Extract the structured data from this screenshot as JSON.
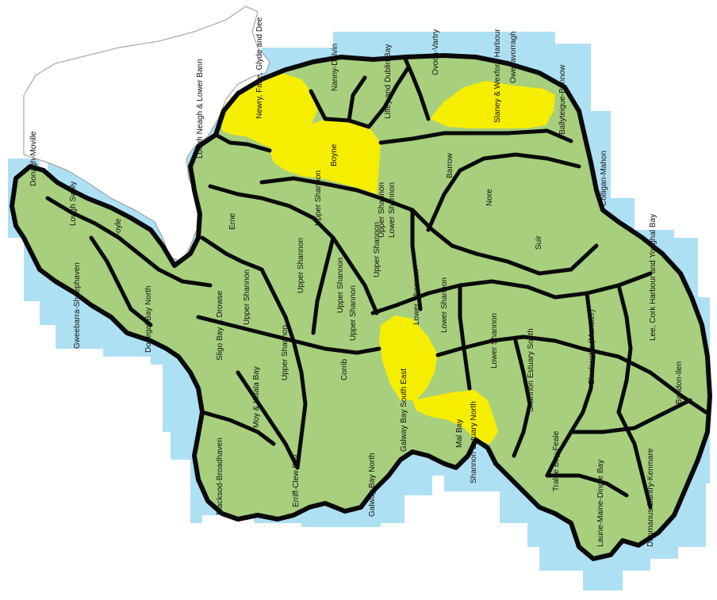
{
  "colors": {
    "sea": "#aee0f4",
    "land": "#a7cf7e",
    "highlight": "#f6ee00",
    "boundary": "#0a0a0a",
    "outside_land": "#ffffff"
  },
  "legend_meaning": "",
  "labels": {
    "doonagh_moville": "Donagh-Moville",
    "lough_swilly": "Lough Swilly",
    "foyle": "Foyle",
    "gweebarra_sheephaven": "Gweebarra-Sheephaven",
    "donegal_bay_north": "Donegal Bay North",
    "erne": "Erne",
    "sligo_bay_drowse": "Sligo Bay & Drowse",
    "lough_neagh_lower_bann": "Lough Neagh & Lower Bann",
    "newry_fane_glyde_dee": "Newry, Fane, Glyde and Dee",
    "nanny_delvin": "Nanny-Delvin",
    "liffey_dublin_bay": "Liffey and Dublin Bay",
    "ovoca_vartry": "Ovoca-Vartry",
    "slaney_wexford_harbour": "Slaney & Wexford Harbour",
    "owenavorragh": "Owenavorragh",
    "ballyteigue_bannow": "Ballyteigue-Bannow",
    "boyne": "Boyne",
    "upper_shannon_1": "Upper Shannon",
    "upper_shannon_2": "Upper Shannon",
    "upper_shannon_3": "Upper Shannon",
    "upper_shannon_4": "Upper Shannon",
    "upper_shannon_5": "Upper Shannon",
    "upper_shannon_6": "Upper Shannon",
    "upper_shannon_7": "Upper Shannon",
    "upper_shannon_8": "Upper Shannon",
    "lower_shannon_1": "Lower Shannon",
    "lower_shannon_2": "Lower Shannon",
    "lower_shannon_3": "Lower Shannon",
    "lower_shannon_4": "Lower Shannon",
    "barrow": "Barrow",
    "nore": "Nore",
    "suir": "Suir",
    "colligan_mahon": "Colligan-Mahon",
    "lee_cork_youghal": "Lee, Cork Harbour and Youghal Bay",
    "blackwater_munster": "Blackwater (Munster)",
    "bandon_ilen": "Bandon-Ilen",
    "shannon_estuary_south": "Shannon Estuary South",
    "shannon_estuary_north": "Shannon Estuary North",
    "mal_bay": "Mal Bay",
    "galway_bay_south_east": "Galway Bay South East",
    "galway_bay_north": "Galway Bay North",
    "corrib": "Corrib",
    "moy_killala_bay": "Moy & Killala Bay",
    "blacksod_broadhaven": "Blacksod-Broadhaven",
    "erriff_clew_bay": "Erriff-Clew Bay",
    "tralee_bay_feale": "Tralee Bay-Feale",
    "laune_maine_dingle_bay": "Laune-Maine-Dingle Bay",
    "dunmanus_bantry_kenmare": "Dunmanus-Bantry-Kenmare"
  }
}
